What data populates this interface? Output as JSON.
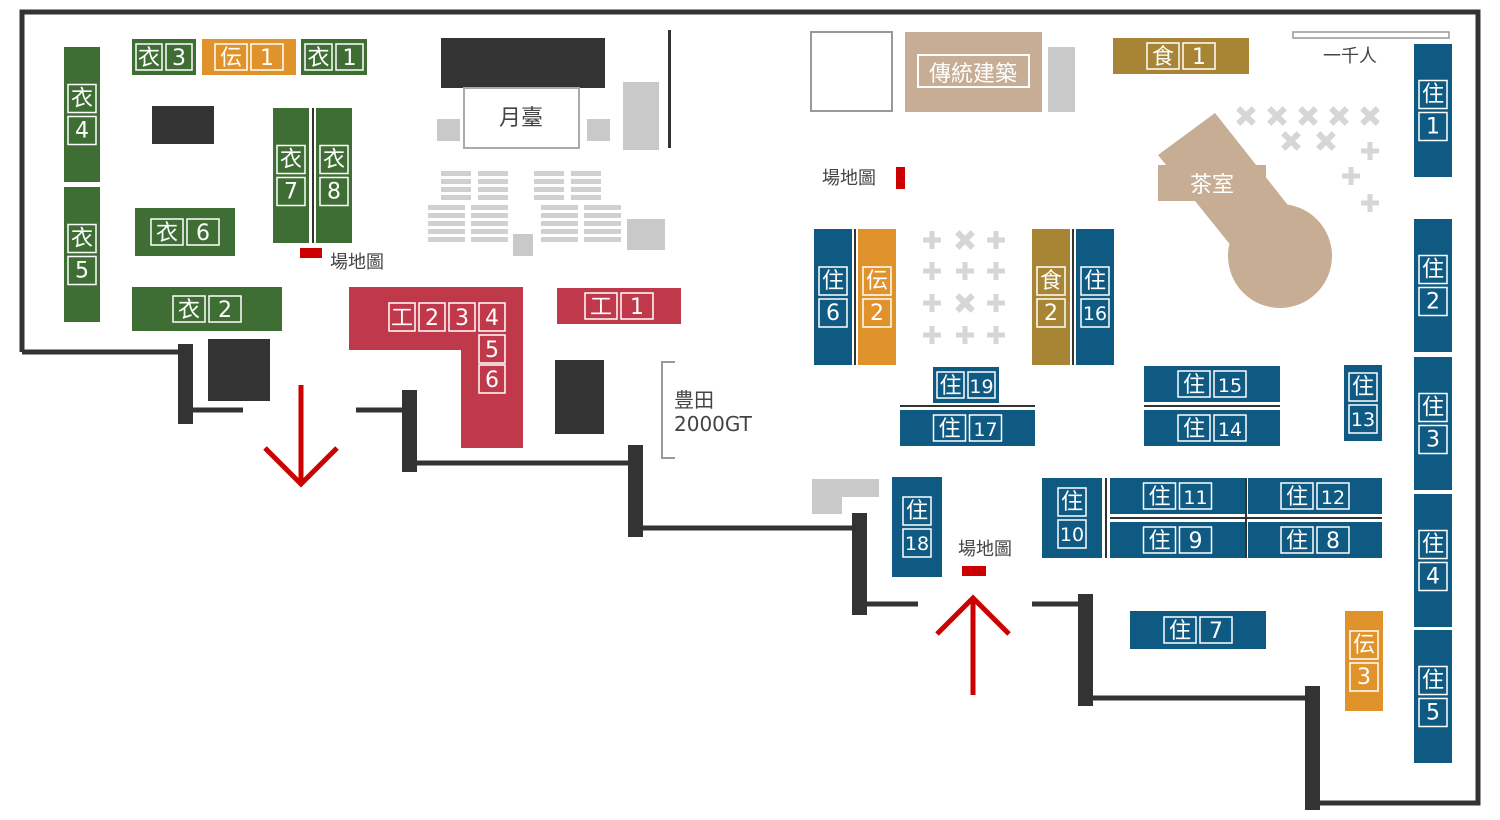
{
  "colors": {
    "clothing": "#3f6e34",
    "tradition": "#e0932b",
    "craft": "#c0394b",
    "housing": "#0f5a83",
    "food": "#a88535",
    "architecture": "#c7ad94",
    "dark": "#333333",
    "grey": "#c9c9c9",
    "wall": "#333333",
    "arrow": "#cc0000"
  },
  "booths": {
    "i3": [
      "衣",
      "3"
    ],
    "den1": [
      "伝",
      "1"
    ],
    "i1": [
      "衣",
      "1"
    ],
    "i4": [
      "衣",
      "4"
    ],
    "i5": [
      "衣",
      "5"
    ],
    "i7": [
      "衣",
      "7"
    ],
    "i8": [
      "衣",
      "8"
    ],
    "i6": [
      "衣",
      "6"
    ],
    "i2": [
      "衣",
      "2"
    ],
    "k234": [
      "工",
      "2",
      "3",
      "4"
    ],
    "k56": [
      "5",
      "6"
    ],
    "k1": [
      "工",
      "1"
    ],
    "j6": [
      "住",
      "6"
    ],
    "den2": [
      "伝",
      "2"
    ],
    "sh2": [
      "食",
      "2"
    ],
    "j16": [
      "住",
      "16"
    ],
    "j19": [
      "住",
      "19"
    ],
    "j17": [
      "住",
      "17"
    ],
    "j15": [
      "住",
      "15"
    ],
    "j14": [
      "住",
      "14"
    ],
    "j13": [
      "住",
      "13"
    ],
    "j18": [
      "住",
      "18"
    ],
    "j10": [
      "住",
      "10"
    ],
    "j11": [
      "住",
      "11"
    ],
    "j12": [
      "住",
      "12"
    ],
    "j9": [
      "住",
      "9"
    ],
    "j8": [
      "住",
      "8"
    ],
    "j7": [
      "住",
      "7"
    ],
    "den3": [
      "伝",
      "3"
    ],
    "sh1": [
      "食",
      "1"
    ],
    "j1": [
      "住",
      "1"
    ],
    "j2": [
      "住",
      "2"
    ],
    "j3": [
      "住",
      "3"
    ],
    "j4": [
      "住",
      "4"
    ],
    "j5": [
      "住",
      "5"
    ]
  },
  "labels": {
    "stage": "月臺",
    "traditional_architecture": "傳統建築",
    "tea_room": "茶室",
    "thousand_people": "一千人",
    "toyota_line1": "豊田",
    "toyota_line2": "2000GT",
    "map_1": "場地圖",
    "map_2": "場地圖",
    "map_3": "場地圖"
  }
}
